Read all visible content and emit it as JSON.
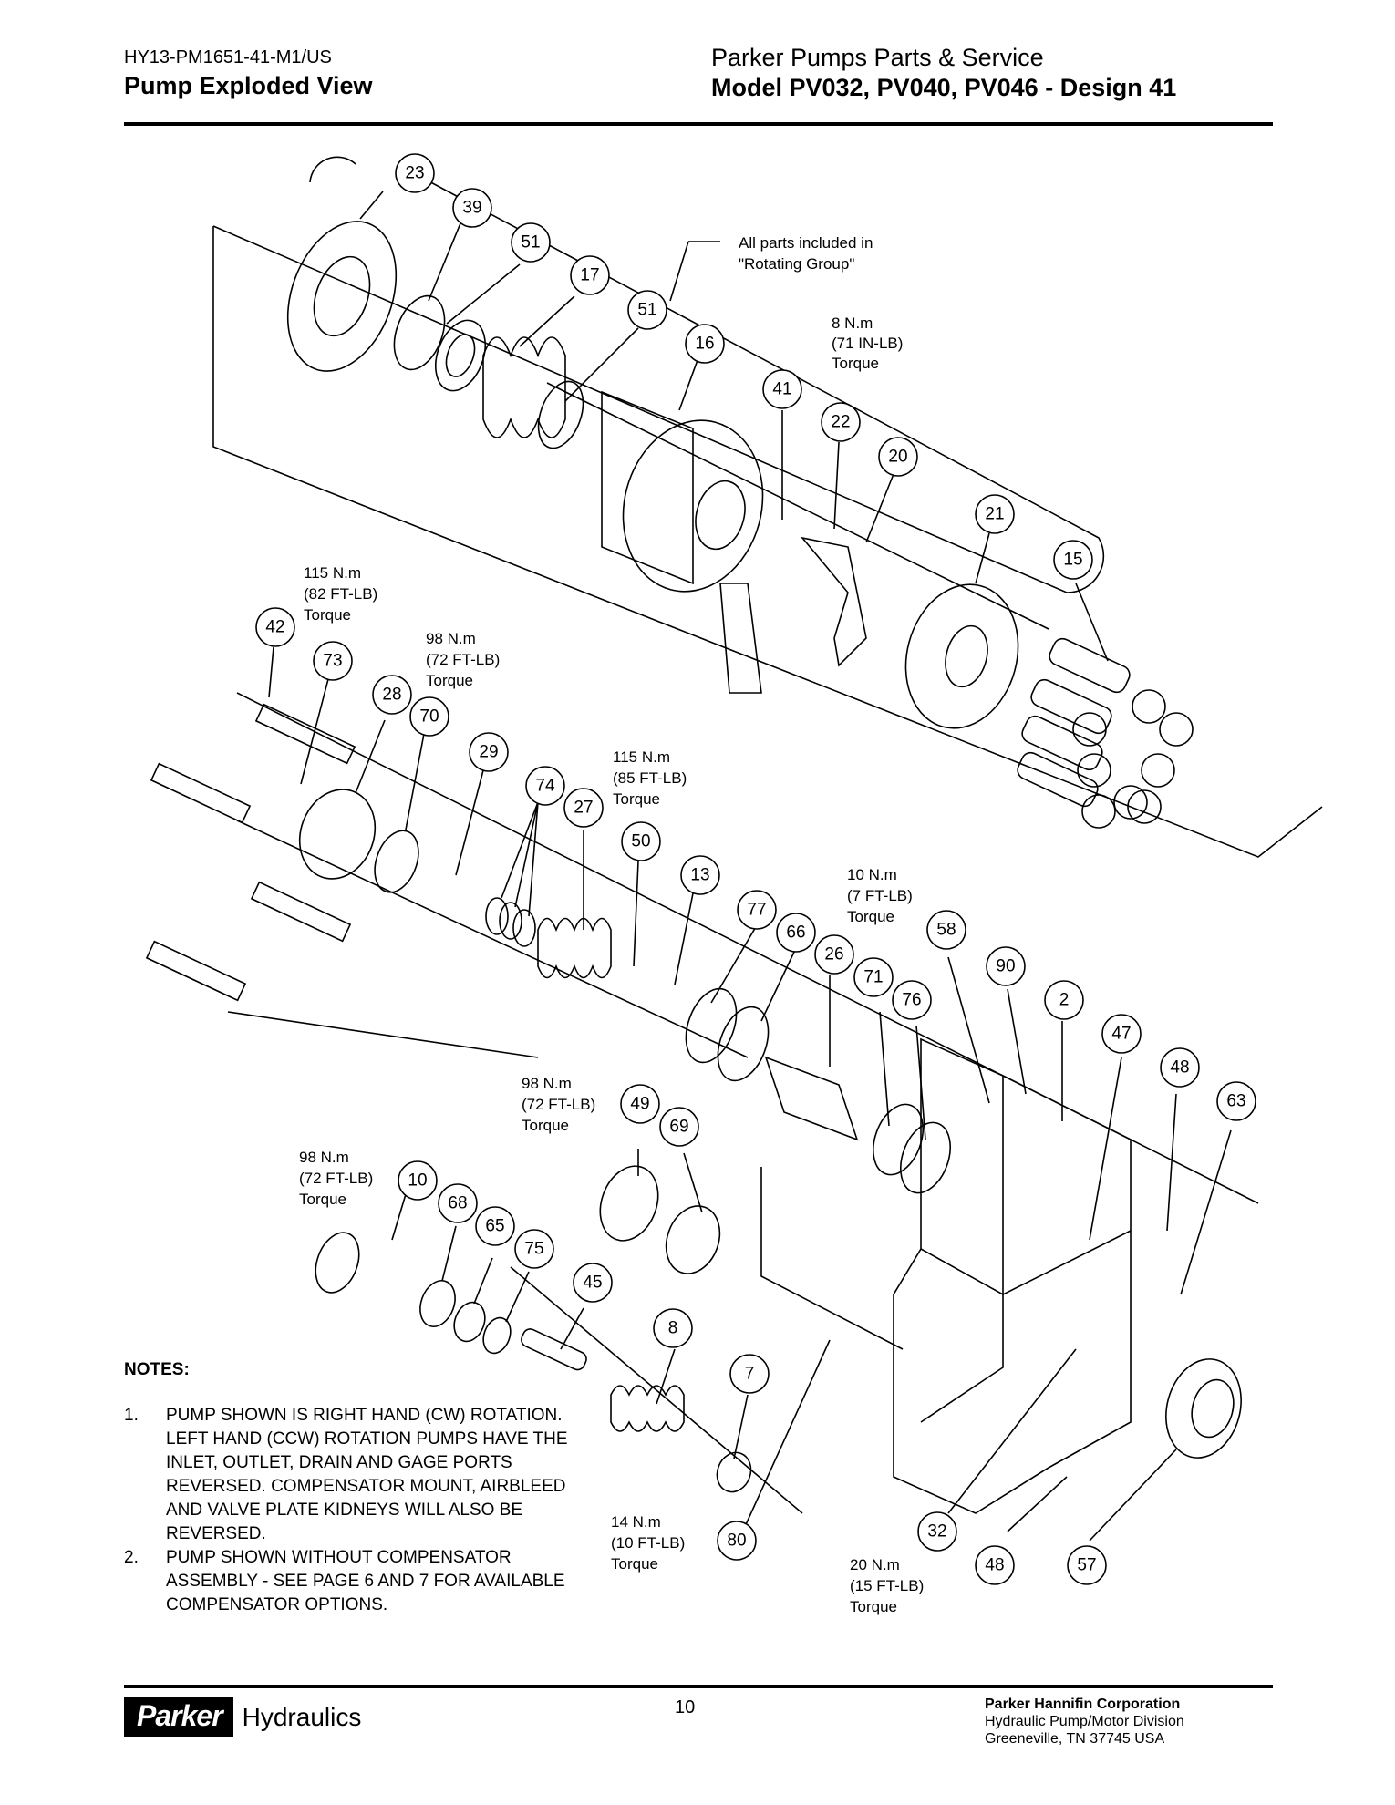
{
  "header": {
    "doc_code": "HY13-PM1651-41-M1/US",
    "title": "Pump Exploded View",
    "series": "Parker Pumps Parts & Service",
    "model": "Model PV032, PV040, PV046 - Design 41"
  },
  "rotating_group_note": [
    "All parts included in",
    "\"Rotating Group\""
  ],
  "callouts": {
    "c23": "23",
    "c39": "39",
    "c51a": "51",
    "c17": "17",
    "c51b": "51",
    "c16": "16",
    "c41": "41",
    "c22": "22",
    "c20": "20",
    "c21": "21",
    "c15": "15",
    "c42": "42",
    "c73": "73",
    "c28": "28",
    "c70": "70",
    "c29": "29",
    "c74": "74",
    "c27": "27",
    "c50": "50",
    "c13": "13",
    "c77": "77",
    "c66": "66",
    "c26": "26",
    "c71": "71",
    "c76": "76",
    "c58": "58",
    "c90": "90",
    "c2": "2",
    "c47": "47",
    "c48a": "48",
    "c63": "63",
    "c49": "49",
    "c69": "69",
    "c10": "10",
    "c68": "68",
    "c65": "65",
    "c75": "75",
    "c45": "45",
    "c8": "8",
    "c7": "7",
    "c80": "80",
    "c32": "32",
    "c48b": "48",
    "c57": "57"
  },
  "torques": {
    "t41": [
      "8 N.m",
      "(71 IN-LB)",
      "Torque"
    ],
    "t42": [
      "115 N.m",
      "(82 FT-LB)",
      "Torque"
    ],
    "t28": [
      "98 N.m",
      "(72 FT-LB)",
      "Torque"
    ],
    "t27": [
      "115 N.m",
      "(85 FT-LB)",
      "Torque"
    ],
    "t58": [
      "10 N.m",
      "(7 FT-LB)",
      "Torque"
    ],
    "t49": [
      "98 N.m",
      "(72 FT-LB)",
      "Torque"
    ],
    "t10": [
      "98 N.m",
      "(72 FT-LB)",
      "Torque"
    ],
    "t80": [
      "14 N.m",
      "(10 FT-LB)",
      "Torque"
    ],
    "t32": [
      "20 N.m",
      "(15 FT-LB)",
      "Torque"
    ]
  },
  "notes": {
    "title": "NOTES:",
    "items": [
      {
        "num": "1.",
        "text": "PUMP SHOWN IS RIGHT HAND (CW) ROTATION. LEFT HAND (CCW) ROTATION PUMPS HAVE THE INLET, OUTLET, DRAIN AND GAGE PORTS REVERSED. COMPENSATOR MOUNT, AIRBLEED AND VALVE PLATE KIDNEYS WILL ALSO BE REVERSED."
      },
      {
        "num": "2.",
        "text": "PUMP SHOWN WITHOUT COMPENSATOR ASSEMBLY - SEE PAGE 6 AND 7 FOR AVAILABLE COMPENSATOR OPTIONS."
      }
    ]
  },
  "footer": {
    "page_number": "10",
    "corporation": "Parker Hannifin Corporation",
    "division": "Hydraulic Pump/Motor Division",
    "address": "Greeneville, TN 37745 USA",
    "logo_mark": "Parker",
    "logo_sub": "Hydraulics"
  }
}
